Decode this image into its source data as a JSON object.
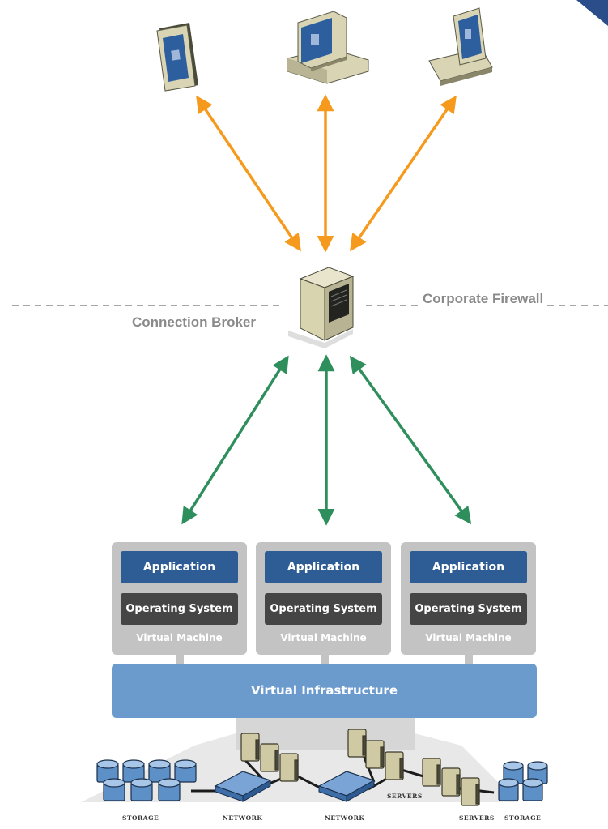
{
  "labels": {
    "connection_broker": "Connection Broker",
    "corporate_firewall": "Corporate Firewall"
  },
  "vms": [
    {
      "app": "Application",
      "os": "Operating System",
      "vm": "Virtual Machine"
    },
    {
      "app": "Application",
      "os": "Operating System",
      "vm": "Virtual Machine"
    },
    {
      "app": "Application",
      "os": "Operating System",
      "vm": "Virtual Machine"
    }
  ],
  "virtual_infrastructure": "Virtual Infrastructure",
  "infra_labels": {
    "storage_left": "STORAGE",
    "network_left": "NETWORK",
    "network_right": "NETWORK",
    "servers_mid": "SERVERS",
    "servers_right": "SERVERS",
    "storage_right": "STORAGE"
  },
  "colors": {
    "client_arrows": "#f59a1c",
    "vm_arrows": "#2f8f5c",
    "application": "#2e5d96",
    "operating_system": "#454545",
    "virtual_machine": "#c3c3c3",
    "virtual_infrastructure": "#6b9bcd"
  },
  "icons": [
    "monitor-icon",
    "desktop-computer-icon",
    "laptop-icon",
    "server-tower-icon",
    "storage-disk-icon",
    "network-switch-icon",
    "server-stack-icon"
  ]
}
